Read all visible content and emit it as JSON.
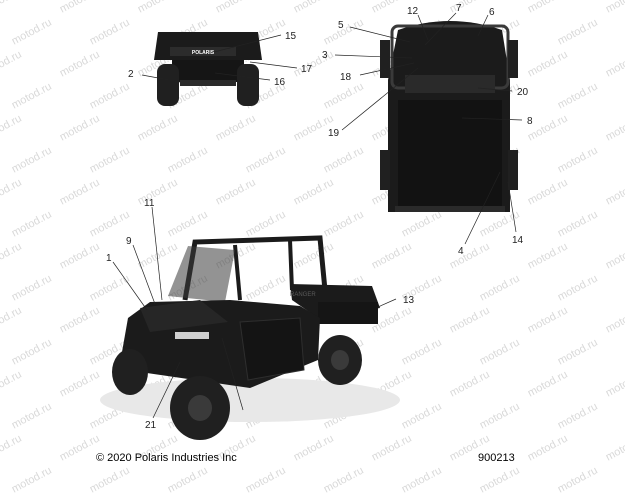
{
  "watermark_text": "motod.ru",
  "footer": {
    "copyright": "© 2020 Polaris Industries Inc",
    "part_number": "900213"
  },
  "callouts": [
    "1",
    "2",
    "3",
    "4",
    "5",
    "6",
    "7",
    "8",
    "9",
    "11",
    "12",
    "13",
    "14",
    "15",
    "16",
    "17",
    "18",
    "19",
    "20",
    "21"
  ],
  "decals": {
    "tailgate_logo": "POLARIS",
    "cargo_bed_text": "RANGER"
  },
  "colors": {
    "vehicle_body": "#1b1b1b",
    "vehicle_shadow": "#0d0d0d",
    "wheel": "#202020",
    "watermark": "#d9d9d9"
  }
}
